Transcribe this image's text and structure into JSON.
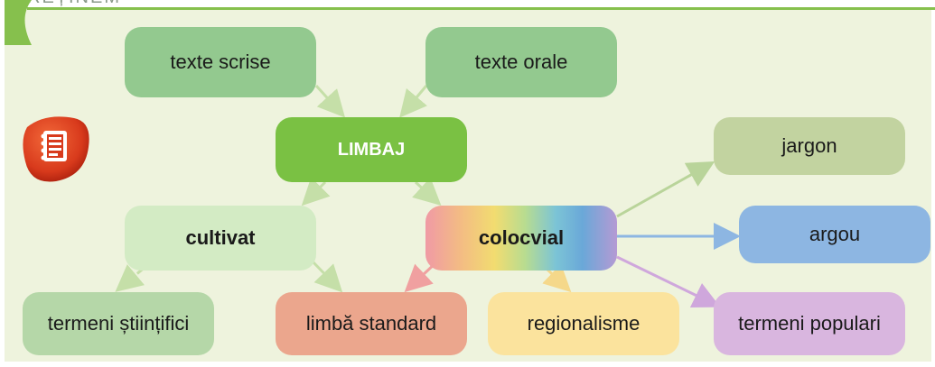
{
  "header": {
    "title": "REȚINEM"
  },
  "nodes": {
    "texte_scrise": "texte scrise",
    "texte_orale": "texte orale",
    "limbaj": "LIMBAJ",
    "cultivat": "cultivat",
    "colocvial": "colocvial",
    "jargon": "jargon",
    "argou": "argou",
    "termeni_stiintifici": "termeni științifici",
    "limba_standard": "limbă standard",
    "regionalisme": "regionalisme",
    "termeni_populari": "termeni populari"
  },
  "icon": "notebook-icon",
  "colors": {
    "panel": "#eef3dd",
    "accent": "#86c04d",
    "limbaj": "#7ac143",
    "green_box": "#93c98f",
    "icon_red": "#d83a1c"
  }
}
